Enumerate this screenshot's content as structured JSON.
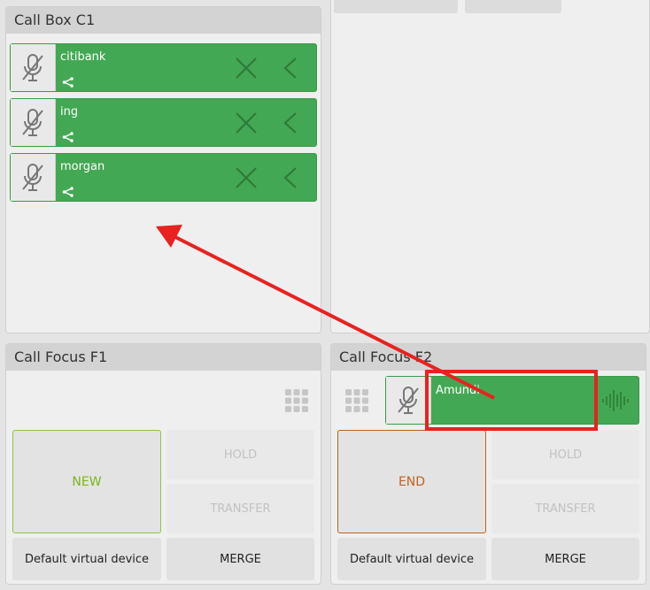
{
  "call_box": {
    "title": "Call Box C1",
    "calls": [
      {
        "name": "citibank"
      },
      {
        "name": "ing"
      },
      {
        "name": "morgan"
      }
    ]
  },
  "focus_f1": {
    "title": "Call Focus F1",
    "new_label": "NEW",
    "hold_label": "HOLD",
    "transfer_label": "TRANSFER",
    "device_label": "Default virtual device",
    "merge_label": "MERGE"
  },
  "focus_f2": {
    "title": "Call Focus F2",
    "active_call": "Amundi",
    "end_label": "END",
    "hold_label": "HOLD",
    "transfer_label": "TRANSFER",
    "device_label": "Default virtual device",
    "merge_label": "MERGE"
  },
  "colors": {
    "call_green": "#43a853",
    "new_green": "#7cb518",
    "end_orange": "#c0611f",
    "annotation_red": "#e8221f"
  },
  "icons": [
    "mic-off-icon",
    "link-icon",
    "close-icon",
    "chevron-left-icon",
    "keypad-icon",
    "audio-wave-icon"
  ]
}
